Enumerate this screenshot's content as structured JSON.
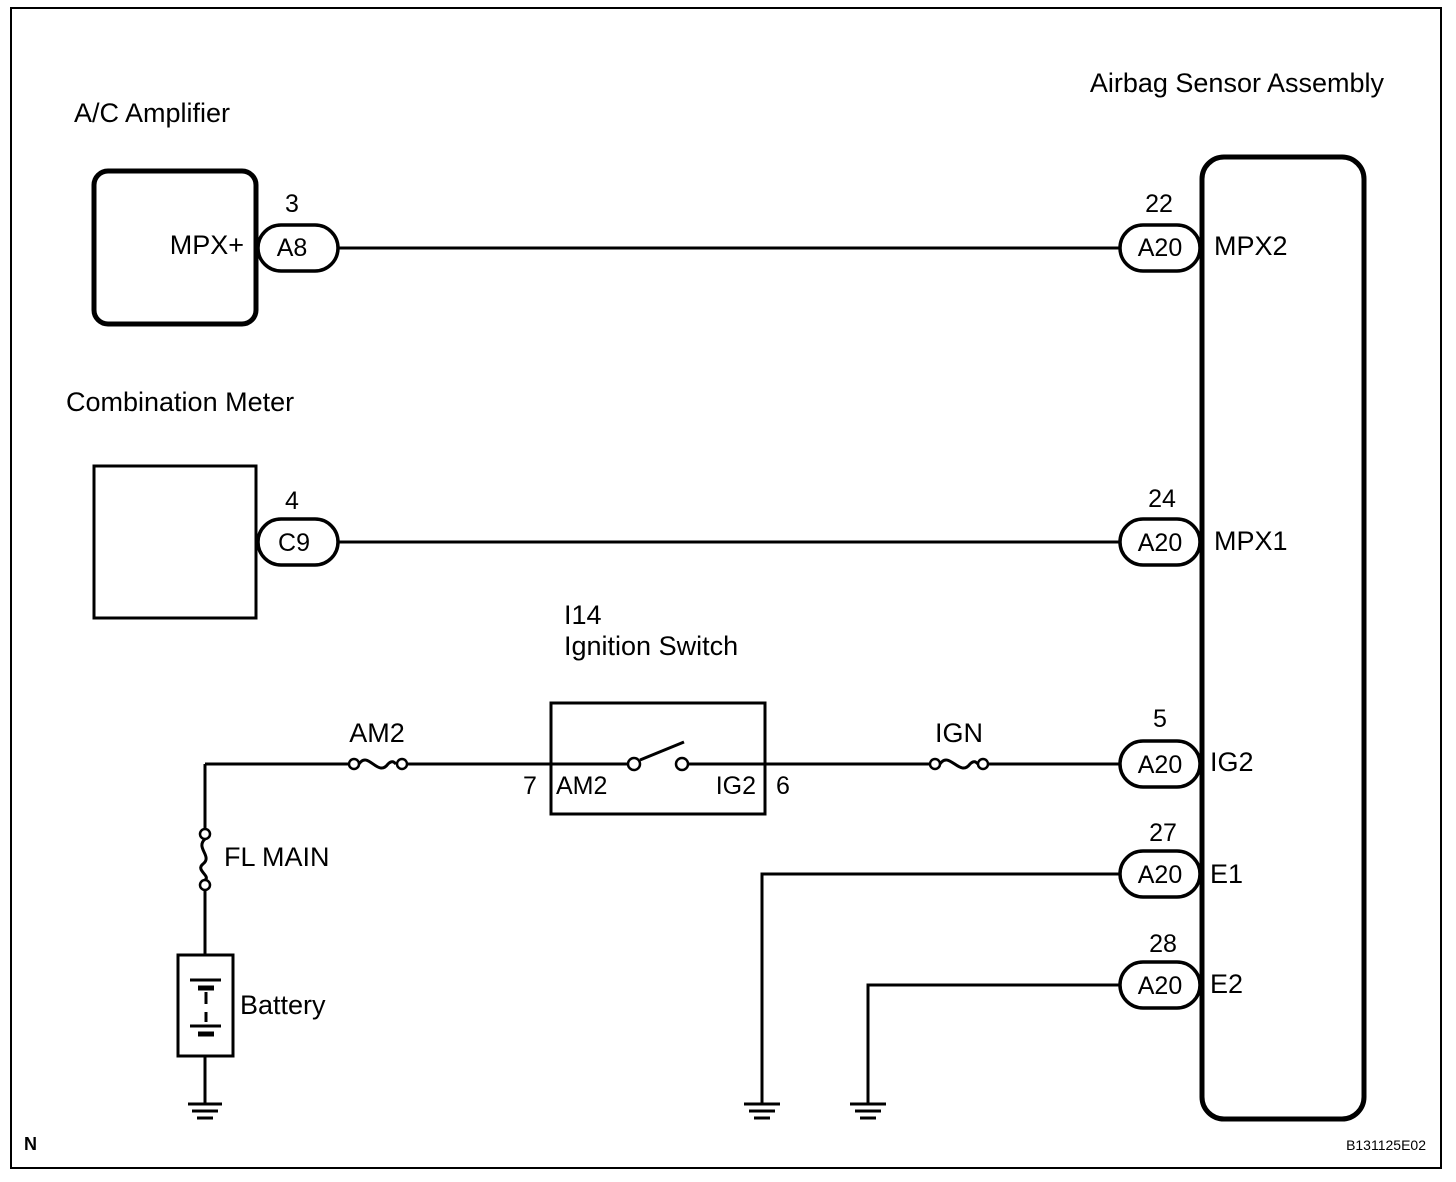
{
  "components": {
    "ac_amplifier": {
      "title": "A/C Amplifier",
      "terminal": "MPX+",
      "connector": "A8",
      "pin": "3"
    },
    "combination_meter": {
      "title": "Combination Meter",
      "connector": "C9",
      "pin": "4"
    },
    "ignition_switch": {
      "code": "I14",
      "title": "Ignition Switch",
      "left_terminal": "AM2",
      "left_pin": "7",
      "right_terminal": "IG2",
      "right_pin": "6"
    },
    "airbag_sensor": {
      "title": "Airbag Sensor Assembly",
      "connectors": [
        {
          "pin": "22",
          "connector": "A20",
          "terminal": "MPX2"
        },
        {
          "pin": "24",
          "connector": "A20",
          "terminal": "MPX1"
        },
        {
          "pin": "5",
          "connector": "A20",
          "terminal": "IG2"
        },
        {
          "pin": "27",
          "connector": "A20",
          "terminal": "E1"
        },
        {
          "pin": "28",
          "connector": "A20",
          "terminal": "E2"
        }
      ]
    },
    "fuses": {
      "am2": "AM2",
      "ign": "IGN",
      "fl_main": "FL MAIN"
    },
    "battery": "Battery"
  },
  "corner_mark": "N",
  "figure_code": "B131125E02",
  "icons": [
    "fuse-icon",
    "fusible-link-icon",
    "battery-icon",
    "ground-icon",
    "switch-icon"
  ]
}
